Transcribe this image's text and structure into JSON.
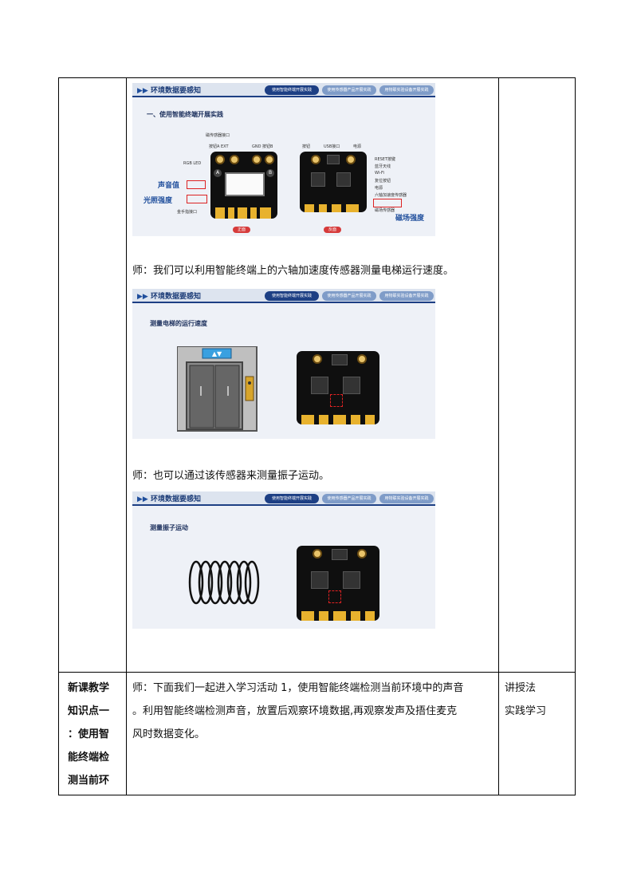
{
  "slides": {
    "header_title": "环境数据要感知",
    "tabs": [
      "使用智能终端开展实践",
      "使用传感器产品开展实践",
      "用物联实验设备开展实践"
    ],
    "slide1": {
      "subtitle": "一、使用智能终端开展实践",
      "top_label": "磁传感器接口",
      "labels_top": [
        "按钮A EXT",
        "GND 按钮B",
        "按钮",
        "USB接口",
        "电源"
      ],
      "labels_left": [
        "RGB LED",
        "声音值",
        "光照强度",
        "金手指接口"
      ],
      "red_labels": [
        "正面",
        "反面"
      ],
      "blue_labels": [
        "声音值",
        "光照强度",
        "磁场强度"
      ],
      "labels_right": [
        "RESET按键",
        "蓝牙天线",
        "Wi-Fi",
        "复位按钮",
        "电源",
        "六轴加速度传感器",
        "磁场传感器"
      ]
    },
    "slide2": {
      "subtitle": "测量电梯的运行速度"
    },
    "slide3": {
      "subtitle": "测量振子运动"
    }
  },
  "paragraphs": {
    "p1": "师：我们可以利用智能终端上的六轴加速度传感器测量电梯运行速度。",
    "p2": "师：也可以通过该传感器来测量振子运动。",
    "p3_lines": [
      "师：下面我们一起进入学习活动 1，使用智能终端检测当前环境中的声音",
      "。利用智能终端检测声音，放置后观察环境数据,再观察发声及捂住麦克",
      "风时数据变化。"
    ]
  },
  "left_cell_lines": [
    "新课教学",
    "知识点一",
    "：使用智",
    "能终端检",
    "测当前环"
  ],
  "right_cell_lines": [
    "讲授法",
    "实践学习"
  ]
}
